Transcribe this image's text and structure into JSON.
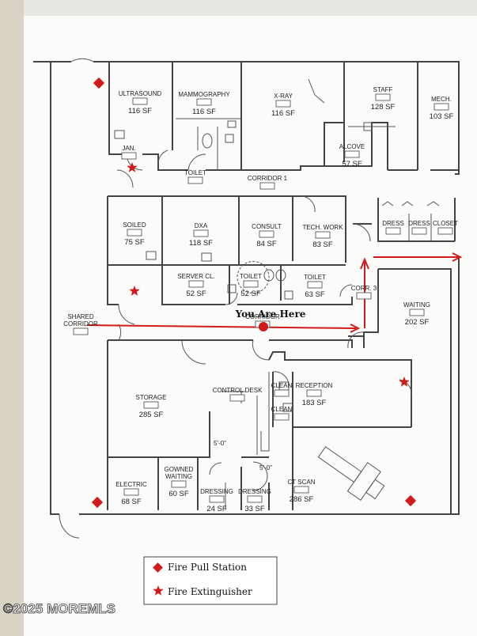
{
  "rooms": [
    {
      "id": "ultrasound",
      "label": "ULTRASOUND",
      "sf": "116 SF"
    },
    {
      "id": "mammography",
      "label": "MAMMOGRAPHY",
      "sf": "116 SF"
    },
    {
      "id": "xray",
      "label": "X-RAY",
      "sf": "116 SF"
    },
    {
      "id": "staff",
      "label": "STAFF",
      "sf": "128 SF"
    },
    {
      "id": "mech",
      "label": "MECH.",
      "sf": "103 SF"
    },
    {
      "id": "jan",
      "label": "JAN.",
      "sf": ""
    },
    {
      "id": "alcove",
      "label": "ALCOVE",
      "sf": "57 SF"
    },
    {
      "id": "toilet_top",
      "label": "TOILET",
      "sf": ""
    },
    {
      "id": "corridor1",
      "label": "CORRIDOR 1",
      "sf": ""
    },
    {
      "id": "soiled",
      "label": "SOILED",
      "sf": "75 SF"
    },
    {
      "id": "dxa",
      "label": "DXA",
      "sf": "118 SF"
    },
    {
      "id": "consult",
      "label": "CONSULT",
      "sf": "84 SF"
    },
    {
      "id": "techwork",
      "label": "TECH. WORK",
      "sf": "83 SF"
    },
    {
      "id": "dress1",
      "label": "DRESS",
      "sf": ""
    },
    {
      "id": "dress2",
      "label": "DRESS",
      "sf": ""
    },
    {
      "id": "closet",
      "label": "CLOSET",
      "sf": ""
    },
    {
      "id": "server",
      "label": "SERVER CL.",
      "sf": "52 SF"
    },
    {
      "id": "toilet_mid1",
      "label": "TOILET",
      "sf": "52 SF"
    },
    {
      "id": "toilet_mid2",
      "label": "TOILET",
      "sf": "63 SF"
    },
    {
      "id": "corr3",
      "label": "CORR. 3",
      "sf": ""
    },
    {
      "id": "shared",
      "label": "SHARED\nCORRIDOR",
      "sf": ""
    },
    {
      "id": "corridor",
      "label": "CORRIDOR",
      "sf": ""
    },
    {
      "id": "waiting",
      "label": "WAITING",
      "sf": "202 SF"
    },
    {
      "id": "storage",
      "label": "STORAGE",
      "sf": "285 SF"
    },
    {
      "id": "control",
      "label": "CONTROL DESK",
      "sf": ""
    },
    {
      "id": "clean1",
      "label": "CLEAN",
      "sf": ""
    },
    {
      "id": "clean2",
      "label": "CLEAN",
      "sf": ""
    },
    {
      "id": "reception",
      "label": "RECEPTION",
      "sf": "183 SF"
    },
    {
      "id": "electric",
      "label": "ELECTRIC",
      "sf": "68 SF"
    },
    {
      "id": "gowned",
      "label": "GOWNED\nWAITING",
      "sf": "60 SF"
    },
    {
      "id": "dressing1",
      "label": "DRESSING",
      "sf": "24 SF"
    },
    {
      "id": "dressing2",
      "label": "DRESSING",
      "sf": "33 SF"
    },
    {
      "id": "ctscan",
      "label": "CT SCAN",
      "sf": "286 SF"
    }
  ],
  "dims": {
    "d1": "5'-0\"",
    "d2": "5'-0\""
  },
  "you_are_here": "You Are Here",
  "legend": [
    {
      "symbol": "diamond",
      "label": "Fire Pull Station",
      "color": "#d11b1b"
    },
    {
      "symbol": "star",
      "label": "Fire Extinguisher",
      "color": "#d11b1b"
    }
  ],
  "watermark": "©2025 MOREMLS",
  "colors": {
    "route": "#d11b1b",
    "wall": "#444444",
    "paper": "#ffffff"
  }
}
